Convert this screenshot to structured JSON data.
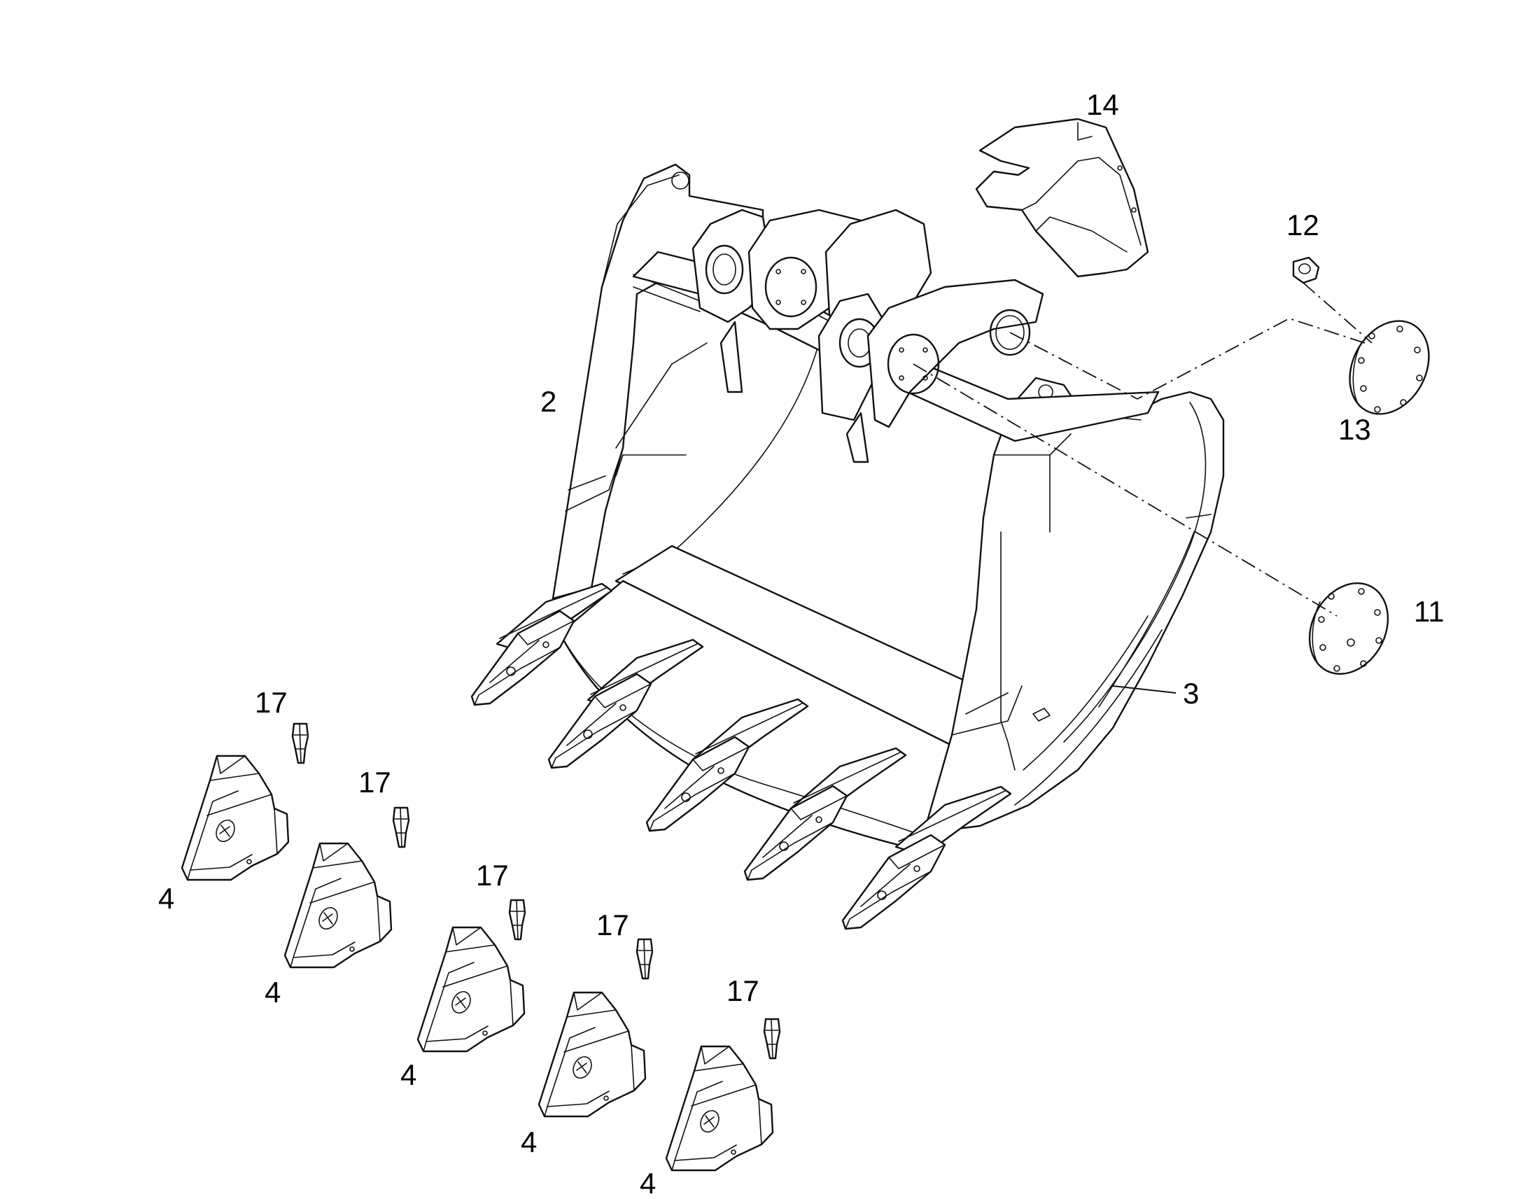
{
  "drawing": {
    "type": "exploded-parts-diagram",
    "line_color": "#111111",
    "background": "#ffffff"
  },
  "callouts": {
    "c2": "2",
    "c3": "3",
    "c4a": "4",
    "c4b": "4",
    "c4c": "4",
    "c4d": "4",
    "c4e": "4",
    "c11": "11",
    "c12": "12",
    "c13": "13",
    "c14": "14",
    "c17a": "17",
    "c17b": "17",
    "c17c": "17",
    "c17d": "17",
    "c17e": "17"
  }
}
